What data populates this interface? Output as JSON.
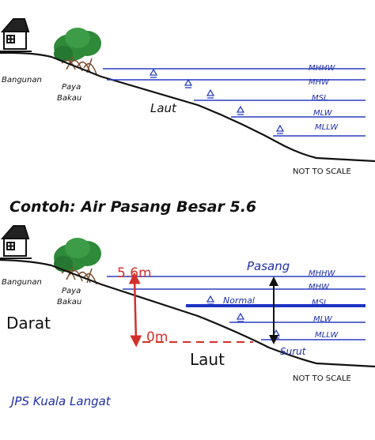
{
  "colors": {
    "water_line": "#2a3fbf",
    "emphasis_line": "#1d32c4",
    "red_annotation": "#d2302b",
    "ink": "#111111",
    "mangrove": "#2f8a3a",
    "caption_blue": "#1f2fa8"
  },
  "top_panel": {
    "house_label": "Bangunan",
    "mangrove_label_1": "Paya",
    "mangrove_label_2": "Bakau",
    "sea_label": "Laut",
    "tide_levels": [
      "MHHW",
      "MHW",
      "MSL",
      "MLW",
      "MLLW"
    ],
    "scale_note": "NOT TO SCALE"
  },
  "example_heading": "Contoh: Air Pasang Besar 5.6",
  "bottom_panel": {
    "house_label": "Bangunan",
    "mangrove_label_1": "Paya",
    "mangrove_label_2": "Bakau",
    "land_label": "Darat",
    "sea_label": "Laut",
    "tide_levels": [
      "MHHW",
      "MHW",
      "MSL",
      "MLW",
      "MLLW"
    ],
    "high_tide_label": "Pasang",
    "normal_label": "Normal",
    "low_tide_label": "Surut",
    "top_value": "5.6m",
    "bottom_value": "0m",
    "scale_note": "NOT TO SCALE"
  },
  "caption": "JPS Kuala Langat"
}
